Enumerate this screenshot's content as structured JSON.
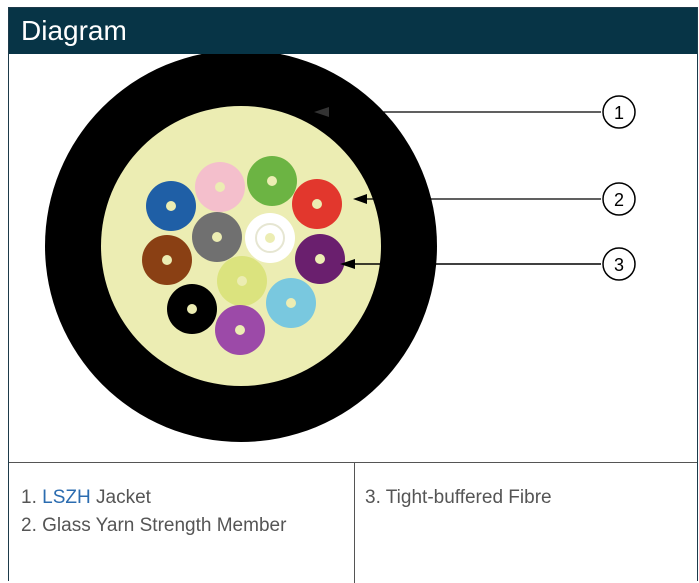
{
  "header": {
    "title": "Diagram"
  },
  "diagram": {
    "callouts": [
      {
        "label": "1"
      },
      {
        "label": "2"
      },
      {
        "label": "3"
      }
    ],
    "colors": {
      "jacket": "#000000",
      "yarn": "#ecedb3",
      "fibre_core": "#ecedb3",
      "fibres": [
        "blue",
        "pink",
        "green",
        "red",
        "brown",
        "grey",
        "white",
        "violet",
        "yellow",
        "black",
        "aqua",
        "purple"
      ]
    }
  },
  "legend": {
    "item1_number": "1.",
    "item1_highlight": "LSZH",
    "item1_rest": "Jacket",
    "item2": "2. Glass Yarn Strength Member",
    "item3": "3. Tight-buffered Fibre",
    "highlight_color": "#2b6cb0"
  }
}
